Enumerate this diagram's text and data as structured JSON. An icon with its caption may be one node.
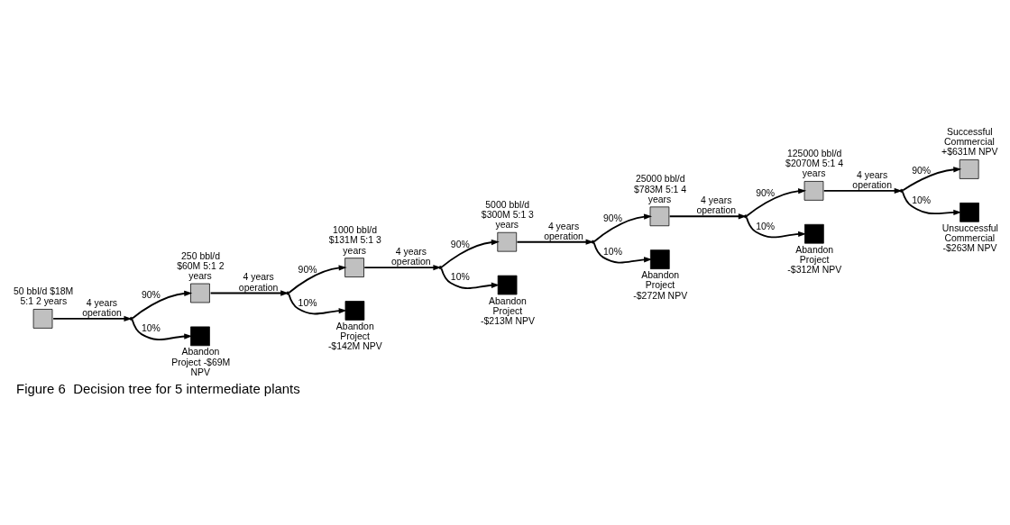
{
  "diagram": {
    "caption": "Figure 6  Decision tree for 5 intermediate plants",
    "nodes": [
      {
        "text": [
          "50 bbl/d $18M 5:1 2 years"
        ]
      },
      {
        "text": [],
        "shape": "point"
      },
      {
        "text": [
          "250 bbl/d $60M 5:1 2 years"
        ]
      },
      {
        "text": [
          "Abandon Project -$69M NPV"
        ]
      },
      {
        "text": [],
        "shape": "point"
      },
      {
        "text": [
          "1000 bbl/d $131M 5:1 3 years"
        ]
      },
      {
        "text": [
          "Abandon Project -$142M NPV"
        ]
      },
      {
        "text": [],
        "shape": "point"
      },
      {
        "text": [
          "5000 bbl/d $300M 5:1 3 years"
        ]
      },
      {
        "text": [
          "Abandon Project -$213M NPV"
        ]
      },
      {
        "text": [],
        "shape": "point"
      },
      {
        "text": [
          "25000 bbl/d $783M 5:1 4 years"
        ]
      },
      {
        "text": [
          "Abandon Project -$272M NPV"
        ]
      },
      {
        "text": [],
        "shape": "point"
      },
      {
        "text": [
          "125000 bbl/d $2070M 5:1 4 years"
        ]
      },
      {
        "text": [
          "Abandon Project -$312M NPV"
        ]
      },
      {
        "text": [],
        "shape": "point"
      },
      {
        "text": [
          "Successful Commercial +$631M NPV"
        ]
      },
      {
        "text": [
          "Unsuccessful Commercial -$263M NPV"
        ]
      }
    ],
    "edges": [
      {
        "from": 0,
        "to": 1,
        "arrow": "to",
        "label": "4 years operation"
      },
      {
        "from": 1,
        "to": 2,
        "arrow": "to",
        "label": "90%"
      },
      {
        "from": 1,
        "to": 3,
        "arrow": "to",
        "label": "10%"
      },
      {
        "from": 2,
        "to": 4,
        "arrow": "to",
        "label": "4 years operation"
      },
      {
        "from": 4,
        "to": 5,
        "arrow": "to",
        "label": "90%"
      },
      {
        "from": 4,
        "to": 6,
        "arrow": "to",
        "label": "10%"
      },
      {
        "from": 5,
        "to": 7,
        "arrow": "to",
        "label": "4 years operation"
      },
      {
        "from": 7,
        "to": 8,
        "arrow": "to",
        "label": "90%"
      },
      {
        "from": 7,
        "to": 9,
        "arrow": "to",
        "label": "10%"
      },
      {
        "from": 8,
        "to": 10,
        "arrow": "to",
        "label": "4 years operation"
      },
      {
        "from": 10,
        "to": 11,
        "arrow": "to",
        "label": "90%"
      },
      {
        "from": 10,
        "to": 12,
        "arrow": "to",
        "label": "10%"
      },
      {
        "from": 11,
        "to": 13,
        "arrow": "to",
        "label": "4 years operation"
      },
      {
        "from": 13,
        "to": 14,
        "arrow": "to",
        "label": "90%"
      },
      {
        "from": 13,
        "to": 15,
        "arrow": "to",
        "label": "10%"
      },
      {
        "from": 14,
        "to": 16,
        "arrow": "to",
        "label": "4 years operation"
      },
      {
        "from": 16,
        "to": 17,
        "arrow": "to",
        "label": "90%"
      },
      {
        "from": 16,
        "to": 18,
        "arrow": "to",
        "label": "10%"
      }
    ]
  }
}
